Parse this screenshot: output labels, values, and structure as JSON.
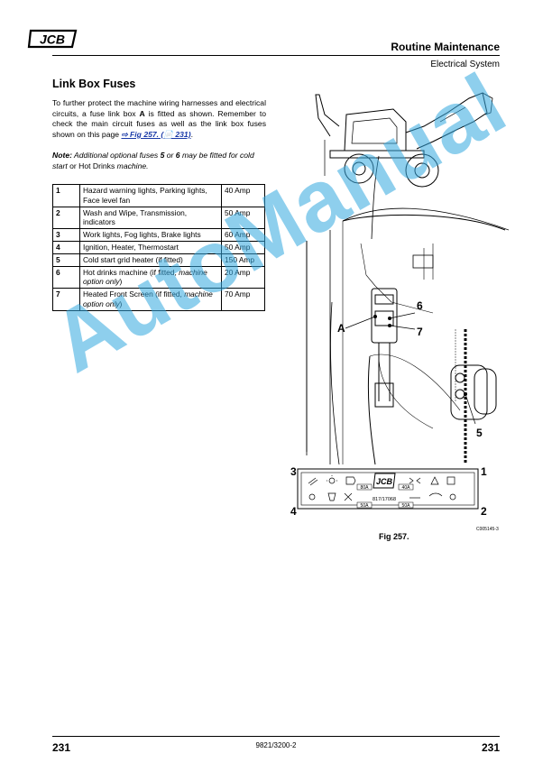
{
  "header": {
    "logo_text": "JCB",
    "section": "Routine Maintenance",
    "subsection": "Electrical System"
  },
  "heading": "Link Box Fuses",
  "intro": {
    "text_1": "To further protect the machine wiring harnesses and electrical circuits, a fuse link box ",
    "bold_a": "A",
    "text_2": " is fitted as shown. Remember to check the main circuit fuses as well as the link box fuses shown on this page ",
    "link": "⇨ Fig 257. (📄 231)",
    "end": "."
  },
  "note": {
    "label": "Note:",
    "text_1": " Additional optional fuses ",
    "f5": "5",
    "text_2": " or ",
    "f6": "6",
    "text_3": " may be fitted for cold start ",
    "or_word": "or",
    "text_4": " Hot Drinks ",
    "text_5": "machine."
  },
  "fuse_table": [
    {
      "num": "1",
      "desc": "Hazard warning lights, Parking lights, Face level fan",
      "desc_italic": "",
      "amp": "40 Amp"
    },
    {
      "num": "2",
      "desc": "Wash and Wipe, Transmission, indicators",
      "desc_italic": "",
      "amp": "50 Amp"
    },
    {
      "num": "3",
      "desc": "Work lights, Fog lights, Brake lights",
      "desc_italic": "",
      "amp": "60 Amp"
    },
    {
      "num": "4",
      "desc": "Ignition, Heater, Thermostart",
      "desc_italic": "",
      "amp": "50 Amp"
    },
    {
      "num": "5",
      "desc": "Cold start grid heater (if fitted)",
      "desc_italic": "",
      "amp": "150 Amp"
    },
    {
      "num": "6",
      "desc": "Hot drinks machine (if fitted, ",
      "desc_italic": "machine option only",
      "amp": "20 Amp"
    },
    {
      "num": "7",
      "desc": "Heated Front Screen (if fitted, ",
      "desc_italic": "machine option only",
      "amp": "70 Amp"
    }
  ],
  "figure": {
    "callouts": [
      "A",
      "6",
      "7",
      "5"
    ],
    "fuse_panel": {
      "numbers": [
        "3",
        "1",
        "4",
        "2"
      ],
      "ratings": [
        "80A",
        "40A",
        "50A",
        "50A"
      ],
      "part_number": "817/17068",
      "logo": "JCB"
    },
    "caption": "Fig 257.",
    "code": "C005145-3"
  },
  "footer": {
    "page_left": "231",
    "docref": "9821/3200-2",
    "page_right": "231"
  },
  "watermark": "AutoManual"
}
